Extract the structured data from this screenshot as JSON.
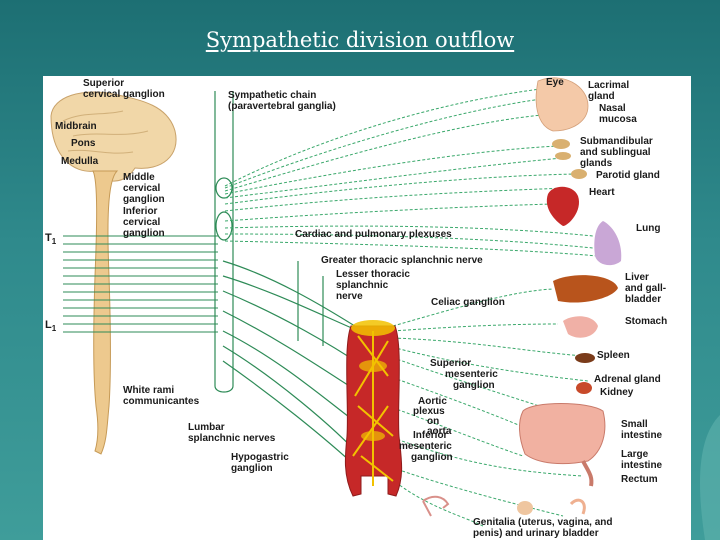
{
  "slide": {
    "title": "Sympathetic division outflow"
  },
  "labels": {
    "superior_cervical": [
      "Superior",
      "cervical ganglion"
    ],
    "sympathetic_chain": [
      "Sympathetic chain",
      "(paravertebral ganglia)"
    ],
    "midbrain": "Midbrain",
    "pons": "Pons",
    "medulla": "Medulla",
    "middle_cervical": [
      "Middle",
      "cervical",
      "ganglion"
    ],
    "inferior_cervical": [
      "Inferior",
      "cervical",
      "ganglion"
    ],
    "t1": "T",
    "t1_sub": "1",
    "l1": "L",
    "l1_sub": "1",
    "cardiac_plexuses": "Cardiac and pulmonary plexuses",
    "greater_thoracic": "Greater thoracic splanchnic nerve",
    "lesser_thoracic": [
      "Lesser thoracic",
      "splanchnic",
      "nerve"
    ],
    "celiac": "Celiac ganglion",
    "superior_mesenteric": [
      "Superior",
      "mesenteric",
      "ganglion"
    ],
    "aortic_plexus": [
      "Aortic",
      "plexus",
      "on",
      "aorta"
    ],
    "inferior_mesenteric": [
      "Inferior",
      "mesenteric",
      "ganglion"
    ],
    "white_rami": [
      "White rami",
      "communicantes"
    ],
    "lumbar_splanchnic": [
      "Lumbar",
      "splanchnic nerves"
    ],
    "hypogastric": [
      "Hypogastric",
      "ganglion"
    ]
  },
  "organs": {
    "eye": "Eye",
    "lacrimal": [
      "Lacrimal",
      "gland"
    ],
    "nasal": [
      "Nasal",
      "mucosa"
    ],
    "submandibular": [
      "Submandibular",
      "and sublingual",
      "glands"
    ],
    "parotid": "Parotid gland",
    "heart": "Heart",
    "lung": "Lung",
    "liver": [
      "Liver",
      "and gall-",
      "bladder"
    ],
    "stomach": "Stomach",
    "spleen": "Spleen",
    "adrenal": "Adrenal gland",
    "kidney": "Kidney",
    "small_intestine": [
      "Small",
      "intestine"
    ],
    "large_intestine": [
      "Large",
      "intestine"
    ],
    "rectum": "Rectum",
    "genitalia": [
      "Genitalia (uterus, vagina, and",
      "penis) and urinary bladder"
    ]
  },
  "colors": {
    "nerve_solid": "#2e8b57",
    "nerve_dashed": "#3aa86b",
    "spinal_cord": "#e8c48a",
    "aorta": "#c62828",
    "vessel_yellow": "#f2c200",
    "background": "#2a8285"
  }
}
